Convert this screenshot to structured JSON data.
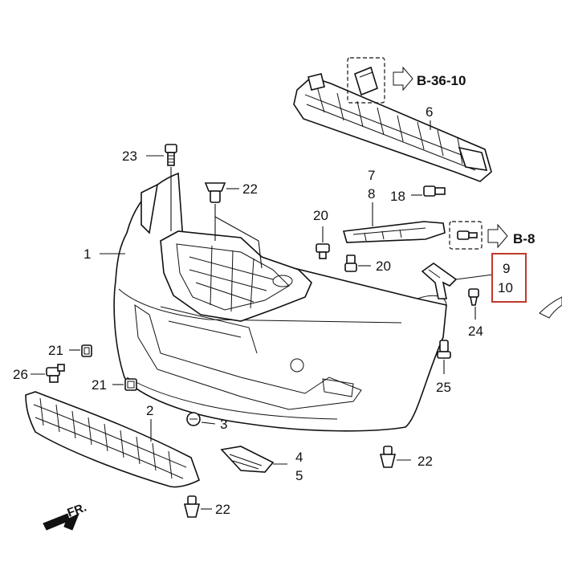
{
  "callouts": {
    "c1": "1",
    "c2": "2",
    "c3": "3",
    "c4": "4",
    "c5": "5",
    "c6": "6",
    "c7": "7",
    "c8": "8",
    "c9": "9",
    "c10": "10",
    "c18": "18",
    "c20a": "20",
    "c20b": "20",
    "c21a": "21",
    "c21b": "21",
    "c22a": "22",
    "c22b": "22",
    "c22c": "22",
    "c23": "23",
    "c24": "24",
    "c25": "25",
    "c26": "26"
  },
  "refs": {
    "ref_b36": "B-36-10",
    "ref_b8": "B-8"
  },
  "direction": {
    "label": "FR."
  },
  "highlight": {
    "color": "#c0392b"
  }
}
